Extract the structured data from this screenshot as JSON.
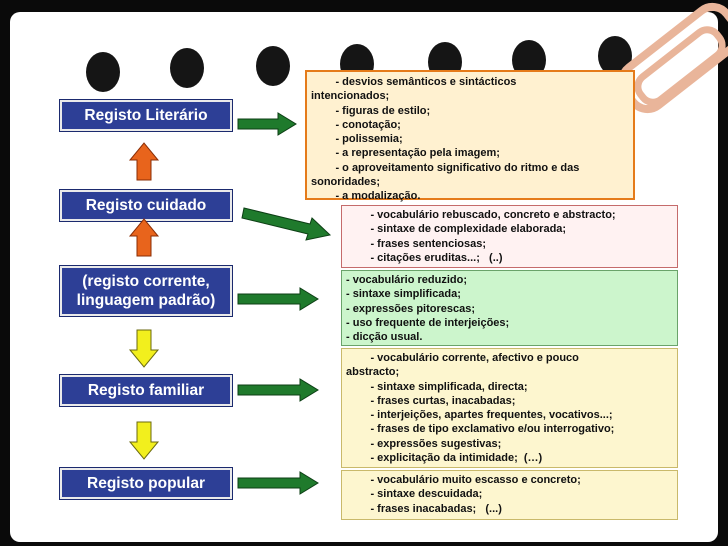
{
  "registers": {
    "literario": "Registo Literário",
    "cuidado": "Registo cuidado",
    "corrente": "(registo corrente, linguagem padrão)",
    "familiar": "Registo familiar",
    "popular": "Registo popular"
  },
  "colors": {
    "label_bg": "#2d3f96",
    "arrow_green": "#1f7a2c",
    "arrow_orange": "#e8641c",
    "arrow_yellow": "#f2ef1d"
  },
  "icons": [
    "arrow-right-icon",
    "arrow-up-icon",
    "arrow-down-icon"
  ],
  "boxes": {
    "literario": [
      "        - desvios semânticos e sintácticos",
      "intencionados;",
      "        - figuras de estilo;",
      "        - conotação;",
      "        - polissemia;",
      "        - a representação pela imagem;",
      "        - o aproveitamento significativo do ritmo e das",
      "sonoridades;",
      "        - a modalização."
    ],
    "cuidado": [
      "        - vocabulário rebuscado, concreto e abstracto;",
      "        - sintaxe de complexidade elaborada;",
      "        - frases sentenciosas;",
      "        - citações eruditas...;   (..)"
    ],
    "corrente": [
      "- vocabulário reduzido;",
      "- sintaxe simplificada;",
      "- expressões pitorescas;",
      "- uso frequente de interjeições;",
      "- dicção usual."
    ],
    "familiar": [
      "        - vocabulário corrente, afectivo e pouco",
      "abstracto;",
      "        - sintaxe simplificada, directa;",
      "        - frases curtas, inacabadas;",
      "        - interjeições, apartes frequentes, vocativos...;",
      "        - frases de tipo exclamativo e/ou interrogativo;",
      "        - expressões sugestivas;",
      "        - explicitação da intimidade;  (…)"
    ],
    "popular": [
      "        - vocabulário muito escasso e concreto;",
      "        - sintaxe descuidada;",
      "        - frases inacabadas;   (...)"
    ]
  }
}
